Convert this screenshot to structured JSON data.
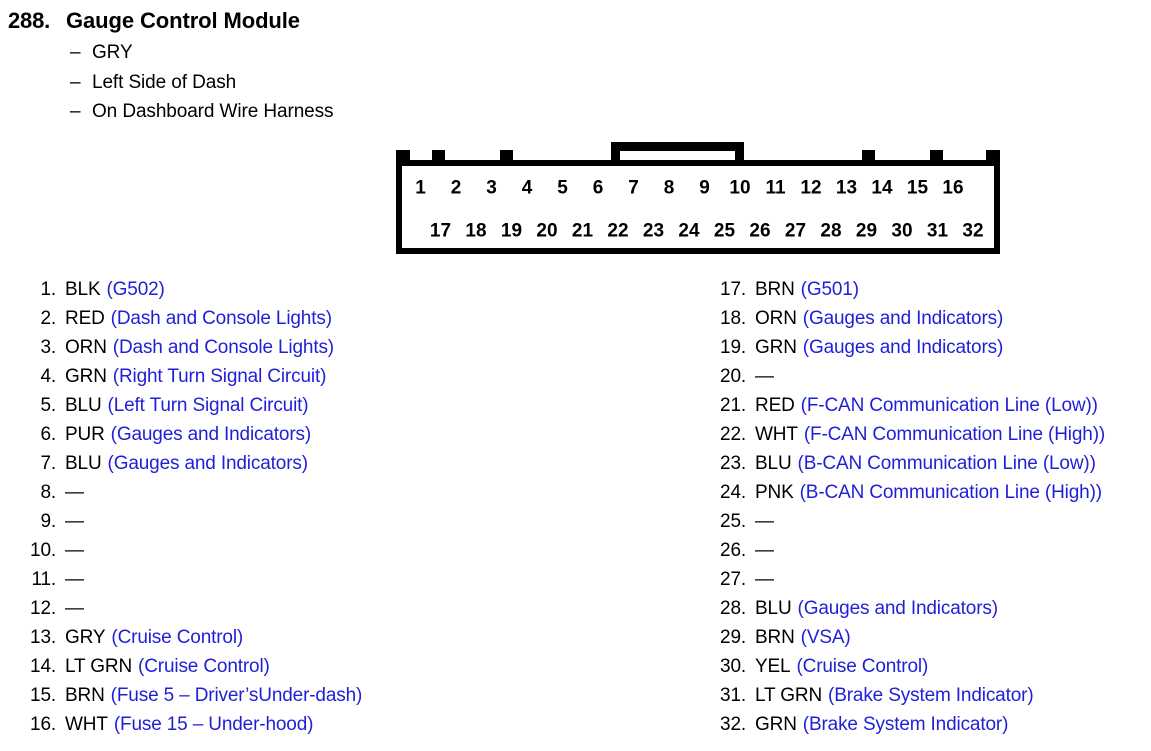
{
  "header": {
    "number": "288.",
    "title": "Gauge Control Module",
    "dash": "–",
    "sublines": [
      "GRY",
      "Left Side of Dash",
      "On Dashboard Wire Harness"
    ]
  },
  "connector": {
    "top_row_pins": [
      "1",
      "2",
      "3",
      "4",
      "5",
      "6",
      "7",
      "8",
      "9",
      "10",
      "11",
      "12",
      "13",
      "14",
      "15",
      "16"
    ],
    "bottom_row_pins": [
      "17",
      "18",
      "19",
      "20",
      "21",
      "22",
      "23",
      "24",
      "25",
      "26",
      "27",
      "28",
      "29",
      "30",
      "31",
      "32"
    ],
    "latch_spans_pins": [
      "7",
      "10"
    ]
  },
  "colors": {
    "text": "#000000",
    "description": "#1f1fd8",
    "outline": "#000000",
    "background": "#ffffff"
  },
  "pins": {
    "left_column": [
      {
        "index": "1.",
        "color": "BLK",
        "desc": "(G502)"
      },
      {
        "index": "2.",
        "color": "RED",
        "desc": "(Dash and Console Lights)"
      },
      {
        "index": "3.",
        "color": "ORN",
        "desc": "(Dash and Console Lights)"
      },
      {
        "index": "4.",
        "color": "GRN",
        "desc": "(Right Turn Signal Circuit)"
      },
      {
        "index": "5.",
        "color": "BLU",
        "desc": "(Left Turn Signal Circuit)"
      },
      {
        "index": "6.",
        "color": "PUR",
        "desc": "(Gauges and Indicators)"
      },
      {
        "index": "7.",
        "color": "BLU",
        "desc": "(Gauges and Indicators)"
      },
      {
        "index": "8.",
        "color": "—",
        "desc": ""
      },
      {
        "index": "9.",
        "color": "—",
        "desc": ""
      },
      {
        "index": "10.",
        "color": "—",
        "desc": ""
      },
      {
        "index": "11.",
        "color": "—",
        "desc": ""
      },
      {
        "index": "12.",
        "color": "—",
        "desc": ""
      },
      {
        "index": "13.",
        "color": "GRY",
        "desc": "(Cruise Control)"
      },
      {
        "index": "14.",
        "color": "LT GRN",
        "desc": "(Cruise Control)"
      },
      {
        "index": "15.",
        "color": "BRN",
        "desc": "(Fuse 5 – Driver’sUnder-dash)"
      },
      {
        "index": "16.",
        "color": "WHT",
        "desc": "(Fuse 15 – Under-hood)"
      }
    ],
    "right_column": [
      {
        "index": "17.",
        "color": "BRN",
        "desc": "(G501)"
      },
      {
        "index": "18.",
        "color": "ORN",
        "desc": "(Gauges and Indicators)"
      },
      {
        "index": "19.",
        "color": "GRN",
        "desc": "(Gauges and Indicators)"
      },
      {
        "index": "20.",
        "color": "—",
        "desc": ""
      },
      {
        "index": "21.",
        "color": "RED",
        "desc": "(F-CAN Communication Line (Low))"
      },
      {
        "index": "22.",
        "color": "WHT",
        "desc": "(F-CAN Communication Line (High))"
      },
      {
        "index": "23.",
        "color": "BLU",
        "desc": "(B-CAN Communication Line (Low))"
      },
      {
        "index": "24.",
        "color": "PNK",
        "desc": "(B-CAN Communication Line (High))"
      },
      {
        "index": "25.",
        "color": "—",
        "desc": ""
      },
      {
        "index": "26.",
        "color": "—",
        "desc": ""
      },
      {
        "index": "27.",
        "color": "—",
        "desc": ""
      },
      {
        "index": "28.",
        "color": "BLU",
        "desc": "(Gauges and Indicators)"
      },
      {
        "index": "29.",
        "color": "BRN",
        "desc": "(VSA)"
      },
      {
        "index": "30.",
        "color": "YEL",
        "desc": "(Cruise Control)"
      },
      {
        "index": "31.",
        "color": "LT GRN",
        "desc": "(Brake System Indicator)"
      },
      {
        "index": "32.",
        "color": "GRN",
        "desc": "(Brake System Indicator)"
      }
    ]
  }
}
